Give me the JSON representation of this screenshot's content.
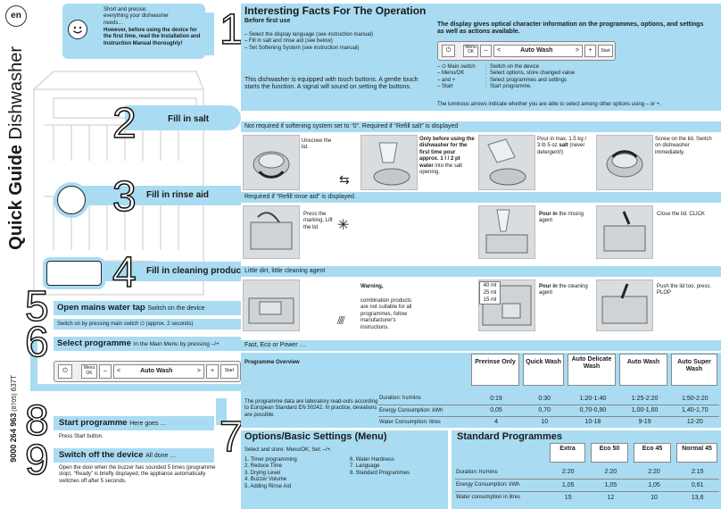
{
  "lang_badge": "en",
  "side_title": {
    "bold": "Quick Guide",
    "normal": " Dishwasher"
  },
  "code": {
    "main": "9000 264 963",
    "sub": " (8705)",
    "suffix": " 637T"
  },
  "intro": {
    "line1": "Short and precise:",
    "line2": "everything your dishwasher",
    "line3": "needs…",
    "bold": "However, before using the device for the first time, read the Installation and Instruction Manual thoroughly!"
  },
  "steps": {
    "s1": {
      "num": "1",
      "title": "Interesting Facts For The Operation"
    },
    "s2": {
      "num": "2",
      "title": "Fill in salt"
    },
    "s3": {
      "num": "3",
      "title": "Fill in rinse aid"
    },
    "s4": {
      "num": "4",
      "title": "Fill in cleaning product"
    },
    "s5": {
      "num": "5",
      "title": "Open mains water tap",
      "sub": "Switch on the device",
      "note": "Switch on by pressing main switch ⏻ (approx. 2 seconds)"
    },
    "s6": {
      "num": "6",
      "title": "Select programme",
      "sub": "In the Main Menu by pressing –/+"
    },
    "s7": {
      "num": "7",
      "title": "Options/Basic Settings (Menu)"
    },
    "s8": {
      "num": "8",
      "title": "Start programme",
      "sub": "Here goes …",
      "note": "Press Start button."
    },
    "s9": {
      "num": "9",
      "title": "Switch off the device",
      "sub": "All done …",
      "note": "Open the door when the buzzer has sounded 5 times (programme stop). “Ready” is briefly displayed, the appliance automatically switches off after 5 seconds."
    }
  },
  "before_first_use": {
    "heading": "Before first use",
    "items": [
      "– Select the display language (see instruction manual)",
      "– Fill in salt and rinse aid (see below)",
      "– Set Softening System (see instruction manual)"
    ],
    "para": "This dishwasher is equipped with touch buttons. A gentle touch starts the function. A signal will sound on setting the buttons."
  },
  "display_info": {
    "heading": "The display gives optical character information on the programmes, options, and settings as well as actions available.",
    "legend": [
      {
        "key": "– ⏻ Main switch",
        "val": "Switch on the device"
      },
      {
        "key": "– Menu/OK",
        "val": "Select options, store changed value"
      },
      {
        "key": "– and +",
        "val": "Select programmes and settings"
      },
      {
        "key": "– Start",
        "val": "Start programme."
      }
    ],
    "footer": "The luminous arrows indicate whether you are able to select among other options using – or +."
  },
  "panel": {
    "menu": "Menu",
    "ok": "OK",
    "minus": "–",
    "left": "<",
    "program": "Auto Wash",
    "right": ">",
    "plus": "+",
    "start": "Start"
  },
  "salt": {
    "band": "Not required if softening system set to “0”. Required if “Refill salt” is displayed",
    "c1": "Unscrew the lid.",
    "c2_bold": "Only before using the dishwasher for the first time pour approx. 1 l / 2 pt water",
    "c2_rest": " into the salt opening.",
    "c3_a": "Pour in max. 1.5 kg / 3 lb 5 oz ",
    "c3_bold": "salt",
    "c3_b": " (never detergent!)",
    "c4": "Screw on the lid. Switch on dishwasher immediately."
  },
  "rinse": {
    "band": "Required if “Refill rinse aid” is displayed.",
    "c1": "Press the marking, Lift the lid",
    "c2_bold": "Pour in",
    "c2_rest": " the rinsing agent",
    "c3": "Close the lid. CLICK"
  },
  "detergent": {
    "band": "Little dirt, little cleaning agent",
    "warn_title": "Warning,",
    "warn": "combination products are not suitable for all programmes, follow manufacturer's instructions.",
    "ml": [
      "40 ml",
      "25 ml",
      "15 ml"
    ],
    "c2_bold": "Pour in",
    "c2_rest": " the cleaning agent",
    "c3": "Push the lid too, press. PLOP"
  },
  "fast_band": "Fast, Eco or Power …",
  "overview": {
    "heading": "Programme Overview",
    "note": "The programme data are laboratory read-outs according to European Standard EN 50242. In practice, deviations are possible.",
    "cols": [
      "Prerinse Only",
      "Quick Wash",
      "Auto Delicate Wash",
      "Auto Wash",
      "Auto Super Wash"
    ],
    "rows": [
      {
        "label": "Duration: hs/mins",
        "vals": [
          "0:19",
          "0:30",
          "1:20-1:40",
          "1:25-2:20",
          "1:50-2:20"
        ]
      },
      {
        "label": "Energy Consumption: kWh",
        "vals": [
          "0,05",
          "0,70",
          "0,70-0,90",
          "1,00-1,60",
          "1,40-1,70"
        ]
      },
      {
        "label": "Water Consumption: litres",
        "vals": [
          "4",
          "10",
          "10-18",
          "9-19",
          "12-20"
        ]
      }
    ]
  },
  "menu_settings": {
    "intro": "Select and store: Menu/OK; Set: –/+.",
    "col1": [
      "1. Timer programming",
      "2. Reduce Time",
      "3. Drying Level",
      "4. Buzzer Volume",
      "5. Adding Rinse Aid"
    ],
    "col2": [
      "6. Water Hardness",
      "7. Language",
      "8. Standard Programmes"
    ]
  },
  "standard": {
    "title": "Standard Programmes",
    "cols": [
      "Extra",
      "Eco 50",
      "Eco 45",
      "Normal 45"
    ],
    "rows": [
      {
        "label": "Duration: hs/mins",
        "vals": [
          "2:20",
          "2:20",
          "2:20",
          "2:15"
        ]
      },
      {
        "label": "Energy Consumption: kWh",
        "vals": [
          "1,05",
          "1,05",
          "1,05",
          "0,61"
        ]
      },
      {
        "label": "Water consumption in litres",
        "vals": [
          "15",
          "12",
          "10",
          "13,6"
        ]
      }
    ]
  },
  "colors": {
    "band": "#a9dcf2",
    "ink": "#1a1a1a"
  }
}
